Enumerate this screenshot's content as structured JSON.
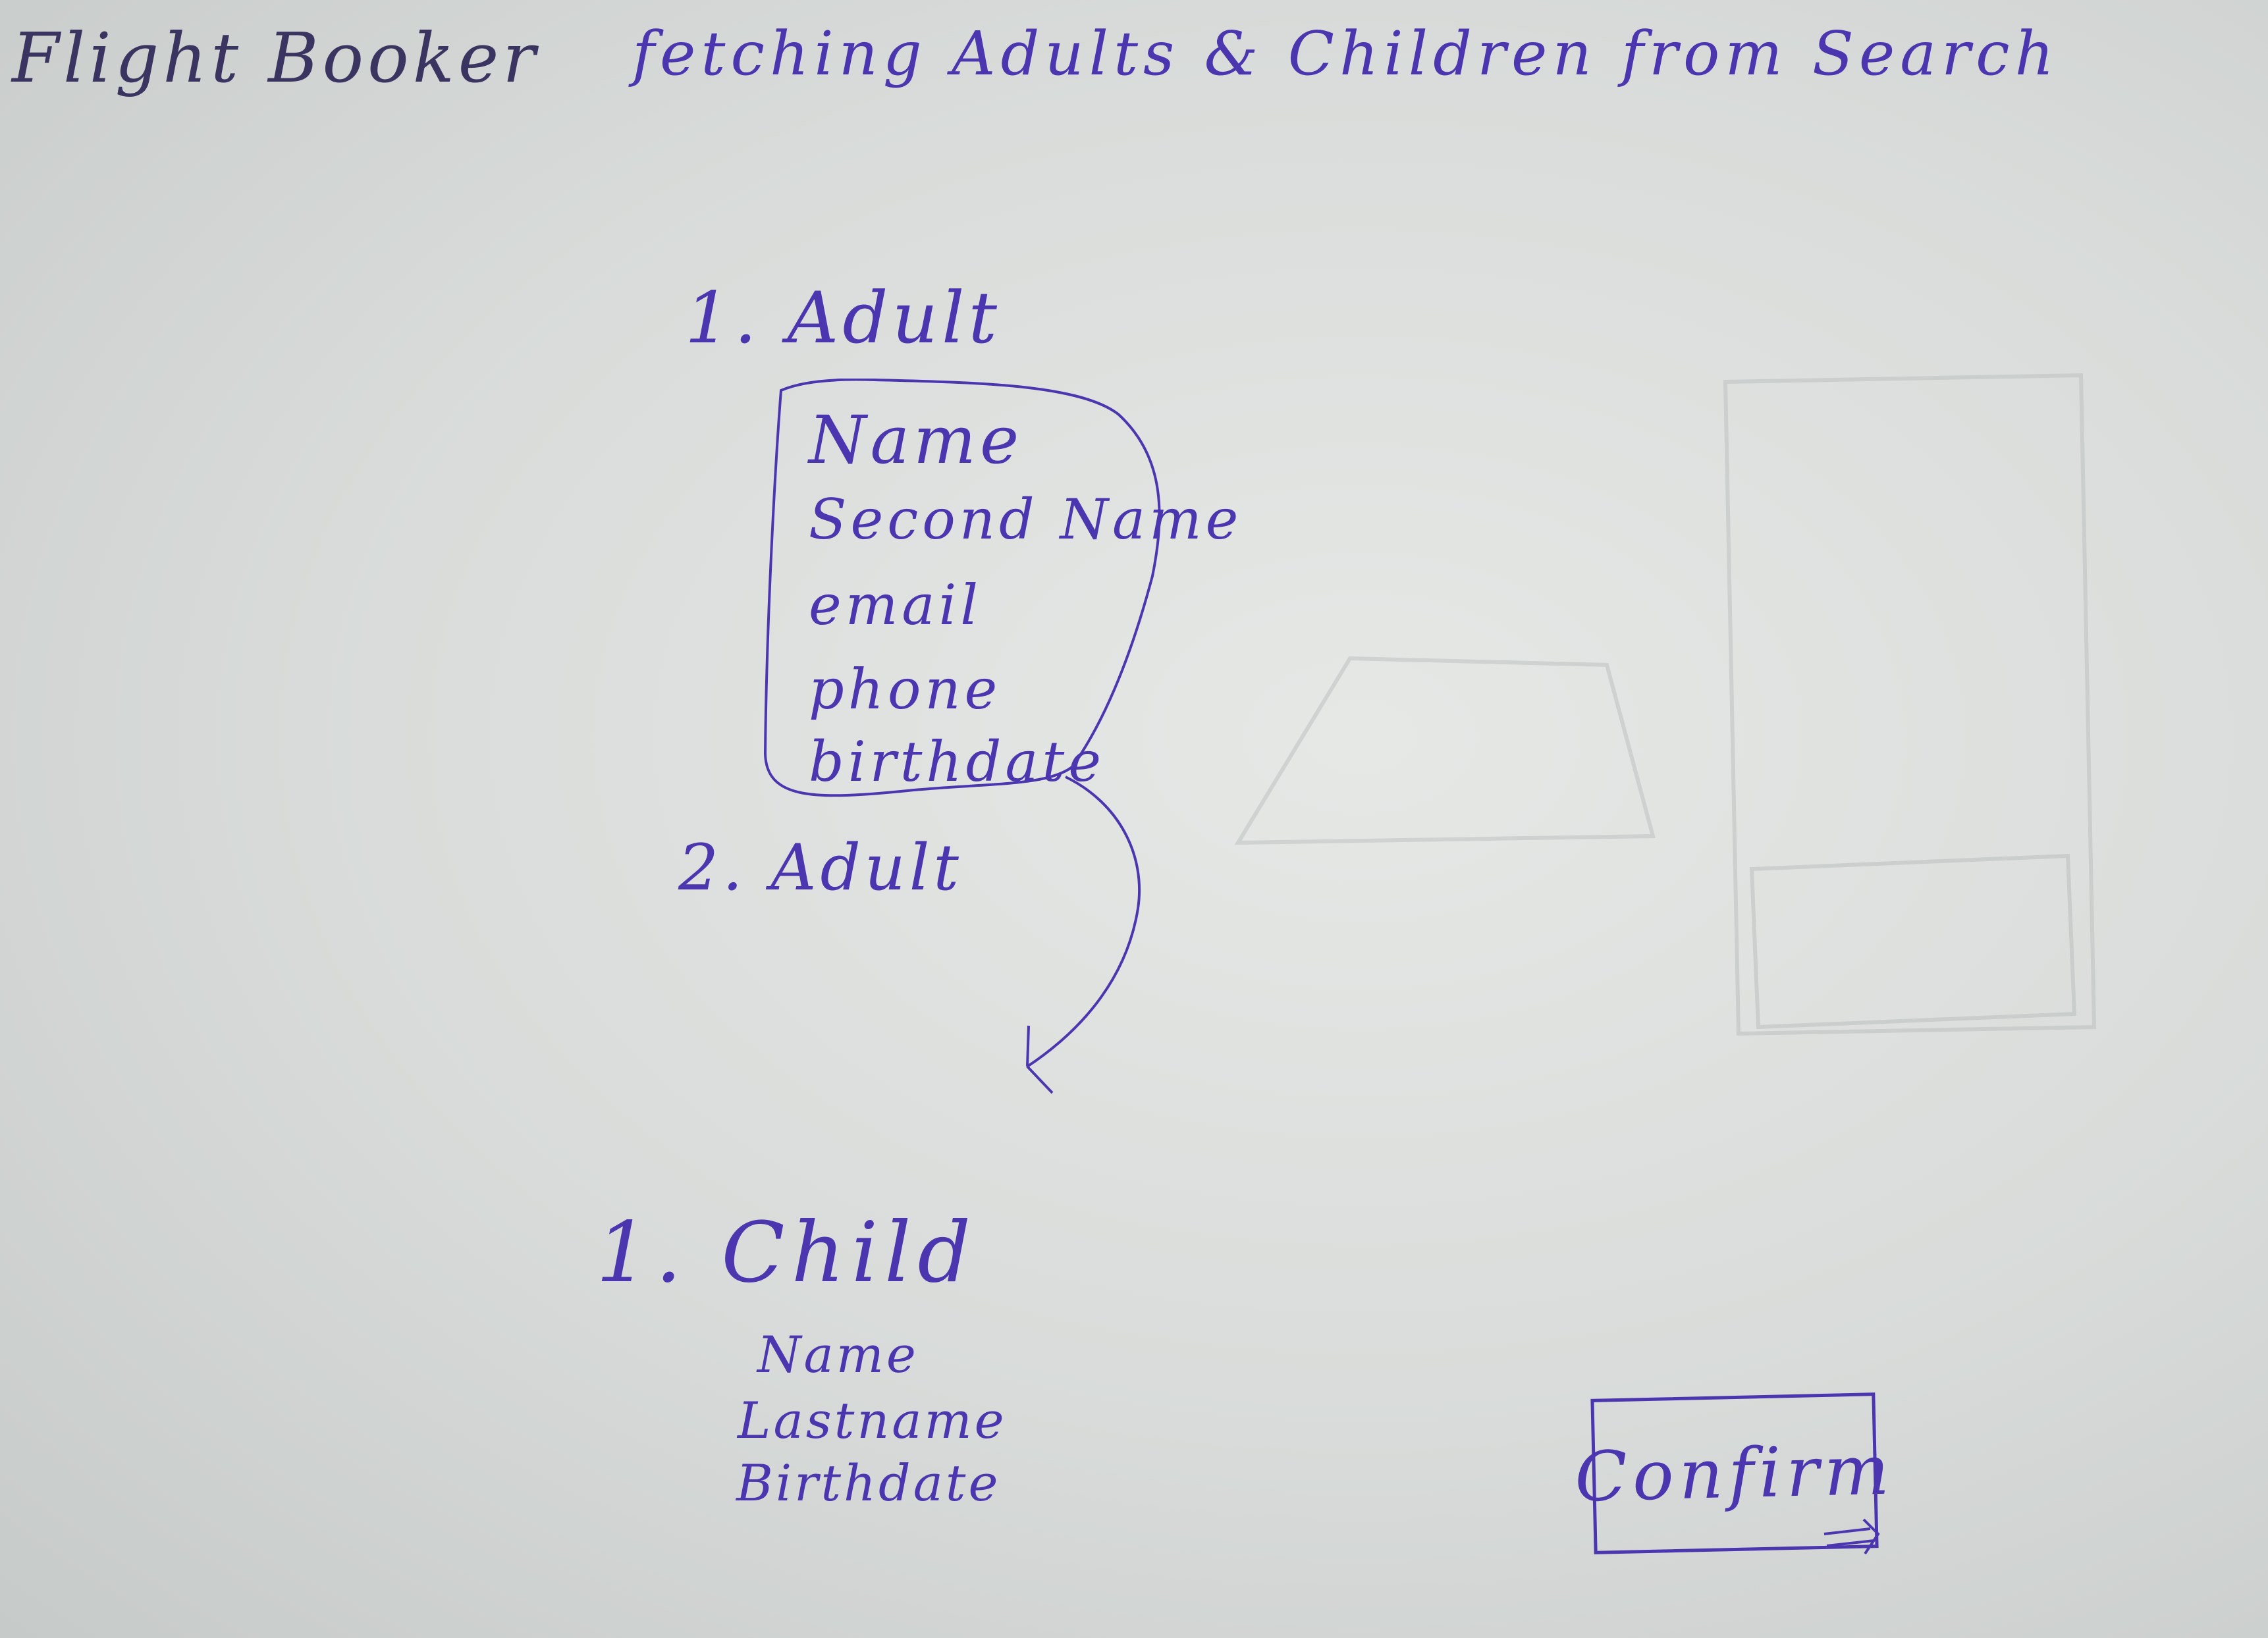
{
  "app": {
    "title": "Flight Booker"
  },
  "page": {
    "heading": "fetching Adults & Children from Search"
  },
  "adult_1": {
    "heading": "1. Adult",
    "fields": [
      "Name",
      "Second Name",
      "email",
      "phone",
      "birthdate"
    ]
  },
  "adult_2": {
    "heading": "2. Adult"
  },
  "child": {
    "heading": "1. Child",
    "fields": [
      "Name",
      "Lastname",
      "Birthdate"
    ]
  },
  "actions": {
    "confirm_label": "Confirm"
  },
  "colors": {
    "ink": "#4b36b0",
    "title_ink": "#3a3560",
    "paper": "#dcdfdd"
  }
}
